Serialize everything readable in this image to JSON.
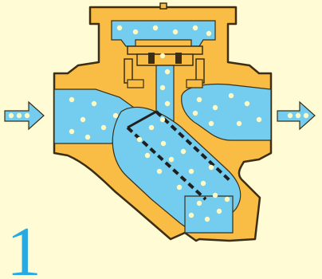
{
  "diagram": {
    "step_number": "1",
    "colors": {
      "background": "#FFFBD4",
      "body": "#F9BC45",
      "body_outline": "#3B2E14",
      "fluid": "#74CDEE",
      "bubble": "#FFF9C4",
      "arrow": "#74CDEE",
      "screen": "#1F1F1F",
      "numeral": "#29A9E1"
    },
    "parts": [
      "inlet-arrow",
      "outlet-arrow",
      "valve-body",
      "bonnet",
      "disc-assembly",
      "strainer-screen"
    ]
  }
}
